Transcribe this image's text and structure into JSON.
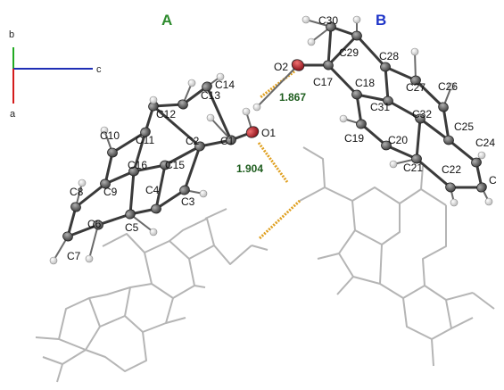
{
  "molecule_labels": {
    "a": {
      "text": "A",
      "color": "#2e8b2e"
    },
    "b": {
      "text": "B",
      "color": "#1f35c8"
    }
  },
  "axes": {
    "b": "b",
    "c": "c",
    "a": "a",
    "colors": {
      "b": "#22aa22",
      "c": "#1f2fb5",
      "a": "#d41c1c"
    }
  },
  "hbond_distances": {
    "d1": "1.867",
    "d2": "1.904"
  },
  "colors": {
    "hbond": "#e0a020",
    "oxygen": "#c0202a",
    "carbon": "#5a5a5a",
    "hydrogen": "#dcdcdc",
    "symmetry": "#b5b5b5",
    "bond": "#3a3a3a"
  },
  "atom_labels": {
    "C1": "C1",
    "C2": "C2",
    "C3": "C3",
    "C4": "C4",
    "C5": "C5",
    "C6": "C6",
    "C7": "C7",
    "C8": "C8",
    "C9": "C9",
    "C10": "C10",
    "C11": "C11",
    "C12": "C12",
    "C13": "C13",
    "C14": "C14",
    "C15": "C15",
    "C16": "C16",
    "C17": "C17",
    "C18": "C18",
    "C19": "C19",
    "C20": "C20",
    "C21": "C21",
    "C22": "C22",
    "C24": "C24",
    "C25": "C25",
    "C26": "C26",
    "C27": "C27",
    "C28": "C28",
    "C29": "C29",
    "C30": "C30",
    "C31": "C31",
    "C32": "C32",
    "C_edge": "C",
    "O1": "O1",
    "O2": "O2"
  }
}
